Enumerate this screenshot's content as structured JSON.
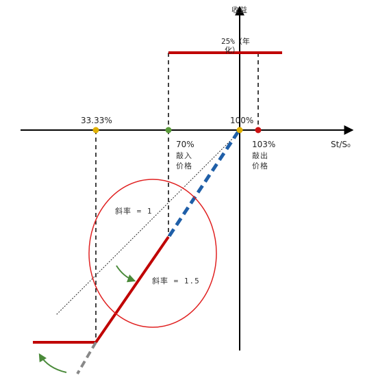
{
  "axes": {
    "y_label": "收益",
    "x_label": "St/S₀"
  },
  "markers": {
    "p1": {
      "label": "33.33%",
      "color": "#e0b000"
    },
    "p2": {
      "label": "70%",
      "color": "#5a9a3a"
    },
    "p3": {
      "label": "100%",
      "color": "#e0b000"
    },
    "p4": {
      "label": "103%",
      "color": "#cc1111"
    }
  },
  "annotations": {
    "coupon_line1": "25%（年",
    "coupon_line2": "化）",
    "knock_in_line1": "敲入",
    "knock_in_line2": "价格",
    "knock_out_line1": "敲出",
    "knock_out_line2": "价格",
    "slope_1": "斜率 = 1",
    "slope_15": "斜率 = 1.5"
  },
  "colors": {
    "payoff": "#c00000",
    "dashed_extension": "#1f5fa8",
    "grey_extension": "#888888",
    "arrow": "#4a8a3a",
    "circle": "#e02020",
    "axis": "#000000"
  }
}
